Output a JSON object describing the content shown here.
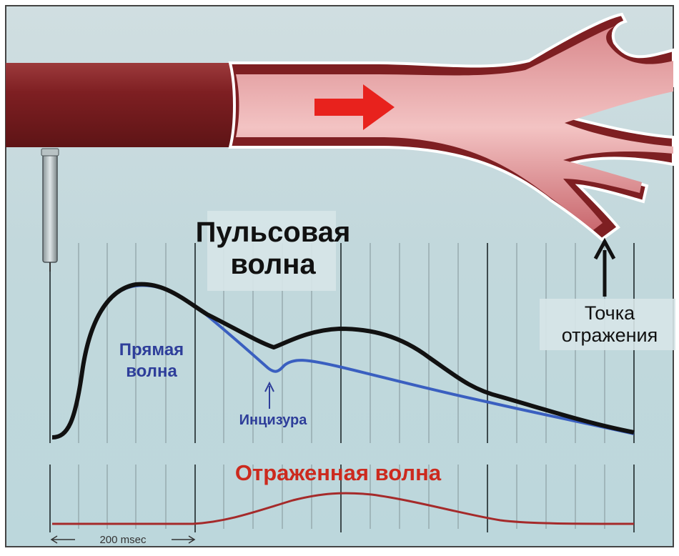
{
  "diagram": {
    "title_line1": "Пульсовая",
    "title_line2": "волна",
    "direct_wave_line1": "Прямая",
    "direct_wave_line2": "волна",
    "incisura": "Инцизура",
    "reflection_point_line1": "Точка",
    "reflection_point_line2": "отражения",
    "reflected_wave": "Отраженная волна",
    "time_scale": "200 msec"
  },
  "colors": {
    "pulse_wave": "#111111",
    "direct_wave": "#3a5fc0",
    "reflected_wave": "#a52a2a",
    "reflected_label": "#cc2a1e",
    "direct_label": "#2e3e9a",
    "vessel": "#7e1f22",
    "flow_arrow": "#e8221d"
  }
}
